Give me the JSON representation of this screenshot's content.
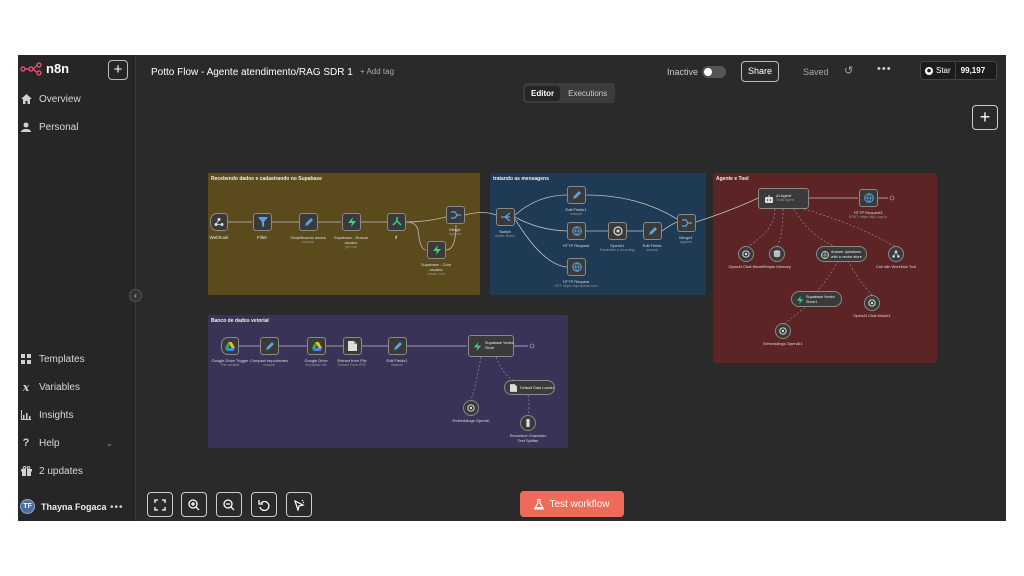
{
  "app": {
    "name": "n8n",
    "brand_color": "#ea4b71",
    "accent_color": "#ef6a5a"
  },
  "sidebar": {
    "top_items": [
      {
        "label": "Overview",
        "icon": "home-icon"
      },
      {
        "label": "Personal",
        "icon": "user-icon"
      }
    ],
    "bottom_items": [
      {
        "label": "Templates",
        "icon": "templates-icon"
      },
      {
        "label": "Variables",
        "icon": "variables-icon"
      },
      {
        "label": "Insights",
        "icon": "insights-icon"
      },
      {
        "label": "Help",
        "icon": "help-icon"
      },
      {
        "label": "2 updates",
        "icon": "gift-icon"
      }
    ],
    "user": {
      "name": "Thayna Fogaca",
      "initials": "TF"
    }
  },
  "header": {
    "workflow_title": "Potto Flow - Agente atendimento/RAG  SDR 1",
    "add_tag": "+ Add tag",
    "status": "Inactive",
    "share": "Share",
    "saved": "Saved",
    "github": {
      "label": "Star",
      "count": "99,197"
    },
    "tabs": [
      {
        "label": "Editor",
        "active": true
      },
      {
        "label": "Executions",
        "active": false
      }
    ]
  },
  "stickies": [
    {
      "title": "Recebendo dados e cadastrando no Supabase",
      "color": "#5a4a1c"
    },
    {
      "title": "tratando as mensagens",
      "color": "#1f3a54"
    },
    {
      "title": "Agente e Tool",
      "color": "#5c2424"
    },
    {
      "title": "Banco de dados vetorial",
      "color": "#3a3358"
    }
  ],
  "nodes": {
    "webhook": {
      "label": "Webhook"
    },
    "filter": {
      "label": "Filter"
    },
    "simplify": {
      "label": "Simplificando dados",
      "sub": "manual"
    },
    "supa_search": {
      "label": "Supabase - Buscar usuário",
      "sub": "get row"
    },
    "if": {
      "label": "If"
    },
    "supa_create": {
      "label": "Supabase - Criar usuário",
      "sub": "create: row"
    },
    "merge1": {
      "label": "Merge",
      "sub": "append"
    },
    "switch": {
      "label": "Switch",
      "sub": "mode: Rules"
    },
    "edit_fields1": {
      "label": "Edit Fields1",
      "sub": "manual"
    },
    "http1": {
      "label": "HTTP Request"
    },
    "http2": {
      "label": "HTTP Request",
      "sub": "GET: https://api.openai.com"
    },
    "openai": {
      "label": "OpenAI",
      "sub": "Transcribe a recording"
    },
    "edit_fields": {
      "label": "Edit Fields",
      "sub": "manual"
    },
    "merge2": {
      "label": "Merge1",
      "sub": "append"
    },
    "ai_agent": {
      "label": "AI Agent",
      "sub": "Tools Agent"
    },
    "http3": {
      "label": "HTTP Request3",
      "sub": "POST: https://api.z-api.io"
    },
    "openai_chat": {
      "label": "OpenAI Chat Model"
    },
    "memory": {
      "label": "Simple Memory"
    },
    "answer_vs": {
      "label": "Answer questions with a vector store"
    },
    "call_wf": {
      "label": "Call n8n Workflow Tool"
    },
    "supa_vs": {
      "label": "Supabase Vector Store1"
    },
    "openai_chat1": {
      "label": "OpenAI Chat Model1"
    },
    "emb1": {
      "label": "Embeddings OpenAI1"
    },
    "gdrive_trigger": {
      "label": "Google Drive Trigger",
      "sub": "File created"
    },
    "compact": {
      "label": "Compact importantes",
      "sub": "manual"
    },
    "gdrive": {
      "label": "Google Drive",
      "sub": "download: file"
    },
    "extract": {
      "label": "Extract from File",
      "sub": "Extract From PDF"
    },
    "edit_fields2": {
      "label": "Edit Fields1",
      "sub": "manual"
    },
    "supa_vs2": {
      "label": "Supabase Vector Store"
    },
    "loader": {
      "label": "Default Data Loader"
    },
    "emb2": {
      "label": "Embeddings OpenAI"
    },
    "splitter": {
      "label": "Recursive Character Text Splitter"
    }
  },
  "controls": {
    "test_workflow": "Test workflow",
    "buttons": [
      "fit-view-icon",
      "zoom-in-icon",
      "zoom-out-icon",
      "undo-icon",
      "tidy-icon"
    ]
  }
}
